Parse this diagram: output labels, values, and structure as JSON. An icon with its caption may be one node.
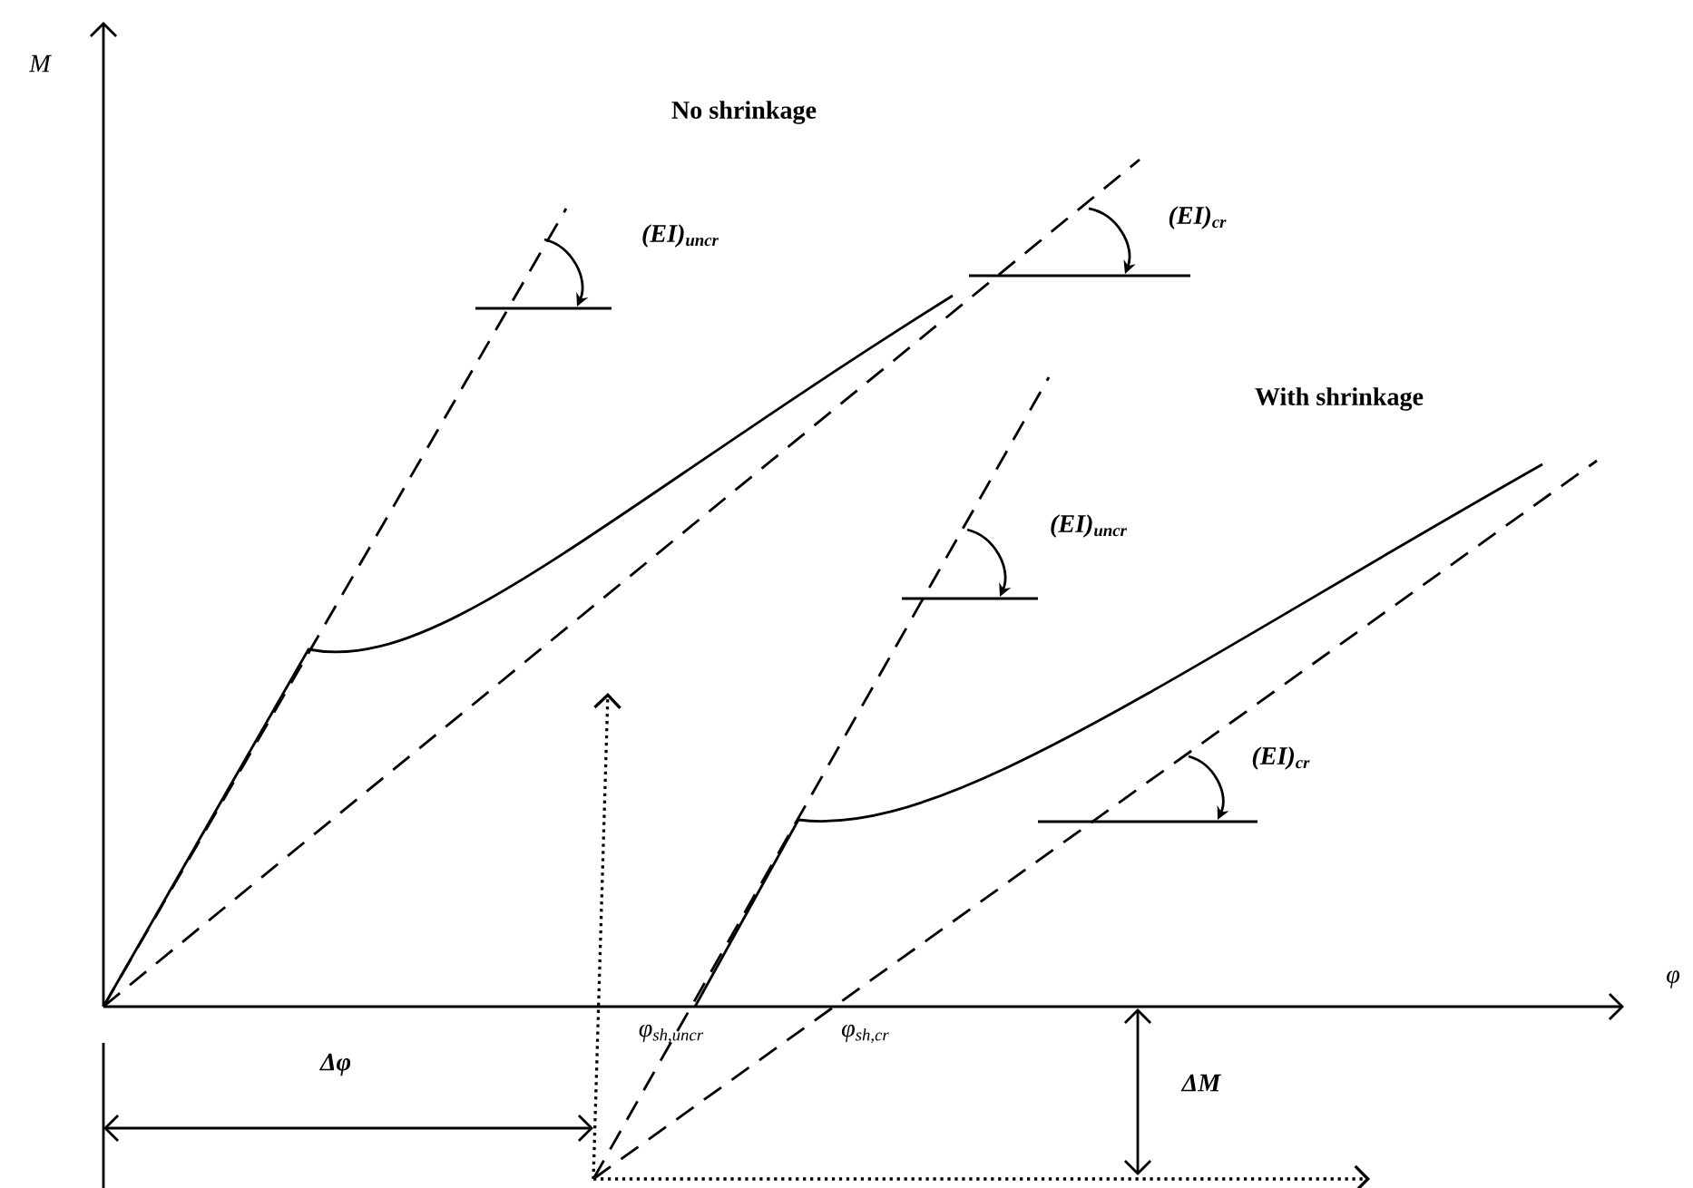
{
  "diagram": {
    "labels": [
      "M",
      "No shrinkage",
      "(EI)$_{cr}$",
      "(EI)$_{uncr}$",
      "With shrinkage",
      "(EI)$_{uncr}$",
      "(EI)$_{cr}$",
      "φ",
      "φ$_{sh,uncr}$",
      "φ$_{sh,cr}$",
      "Δφ",
      "ΔM"
    ]
  }
}
